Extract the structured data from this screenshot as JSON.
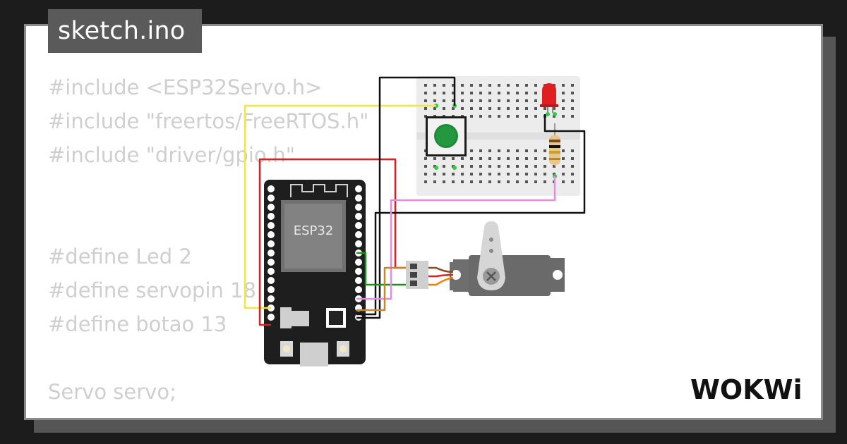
{
  "file_tab": {
    "title": "sketch.ino"
  },
  "code": {
    "lines": [
      "#include <ESP32Servo.h>",
      "#include \"freertos/FreeRTOS.h\"",
      "#include \"driver/gpio.h\"",
      "",
      "",
      "#define Led 2",
      "#define servopin 18",
      "#define botao 13",
      "",
      "Servo servo;"
    ]
  },
  "board": {
    "label": "ESP32"
  },
  "brand": {
    "name": "WOKWi"
  },
  "colors": {
    "background": "#1c1c1c",
    "card": "#ffffff",
    "tab": "#5a5a5a",
    "code_text": "#cfcfcf",
    "board": "#1e1e1e",
    "wire_yellow": "#f5e63b",
    "wire_red": "#e02020",
    "wire_black": "#111111",
    "wire_green": "#1f8f1f",
    "wire_pink": "#e58be8",
    "wire_orange": "#ff7a00",
    "led_red": "#e02020",
    "button_green": "#1f8a3c"
  }
}
